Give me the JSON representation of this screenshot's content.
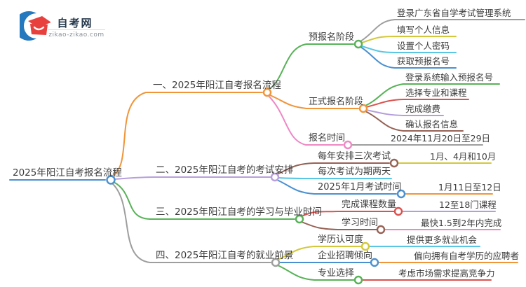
{
  "logo": {
    "title": "自考网",
    "domain": "zikao-zikao.com"
  },
  "root": {
    "label": "2025年阳江自考报名流程"
  },
  "palette": {
    "orange": "#f0953a",
    "lavender": "#b79fdc",
    "green": "#57b257",
    "gray": "#9e9e9e",
    "pink": "#ef87c5",
    "cyan": "#57c7e3",
    "yellow": "#d3c83b",
    "blue": "#4a90d0",
    "red": "#d9534f",
    "brown": "#966255",
    "light_purple": "#b39ddb",
    "text": "#3d3d3d"
  },
  "branches": [
    {
      "label": "一、2025年阳江自考报名流程",
      "children": [
        {
          "label": "预报名阶段",
          "children": [
            {
              "label": "登录广东省自学考试管理系统"
            },
            {
              "label": "填写个人信息"
            },
            {
              "label": "设置个人密码"
            },
            {
              "label": "获取预报名号"
            }
          ]
        },
        {
          "label": "正式报名阶段",
          "children": [
            {
              "label": "登录系统输入预报名号"
            },
            {
              "label": "选择专业和课程"
            },
            {
              "label": "完成缴费"
            },
            {
              "label": "确认报名信息"
            }
          ]
        },
        {
          "label": "报名时间",
          "value": "2024年11月20日至29日"
        }
      ]
    },
    {
      "label": "二、2025年阳江自考的考试安排",
      "children": [
        {
          "label": "每年安排三次考试",
          "value": "1月、4月和10月"
        },
        {
          "label": "每次考试为期两天"
        },
        {
          "label": "2025年1月考试时间",
          "value": "1月11日至12日"
        }
      ]
    },
    {
      "label": "三、2025年阳江自考的学习与毕业时间",
      "children": [
        {
          "label": "完成课程数量",
          "value": "12至18门课程"
        },
        {
          "label": "学习时间",
          "value": "最快1.5到2年内完成"
        }
      ]
    },
    {
      "label": "四、2025年阳江自考的就业前景",
      "children": [
        {
          "label": "学历认可度",
          "value": "提供更多就业机会"
        },
        {
          "label": "企业招聘倾向",
          "value": "偏向拥有自考学历的应聘者"
        },
        {
          "label": "专业选择",
          "value": "考虑市场需求提高竞争力"
        }
      ]
    }
  ]
}
